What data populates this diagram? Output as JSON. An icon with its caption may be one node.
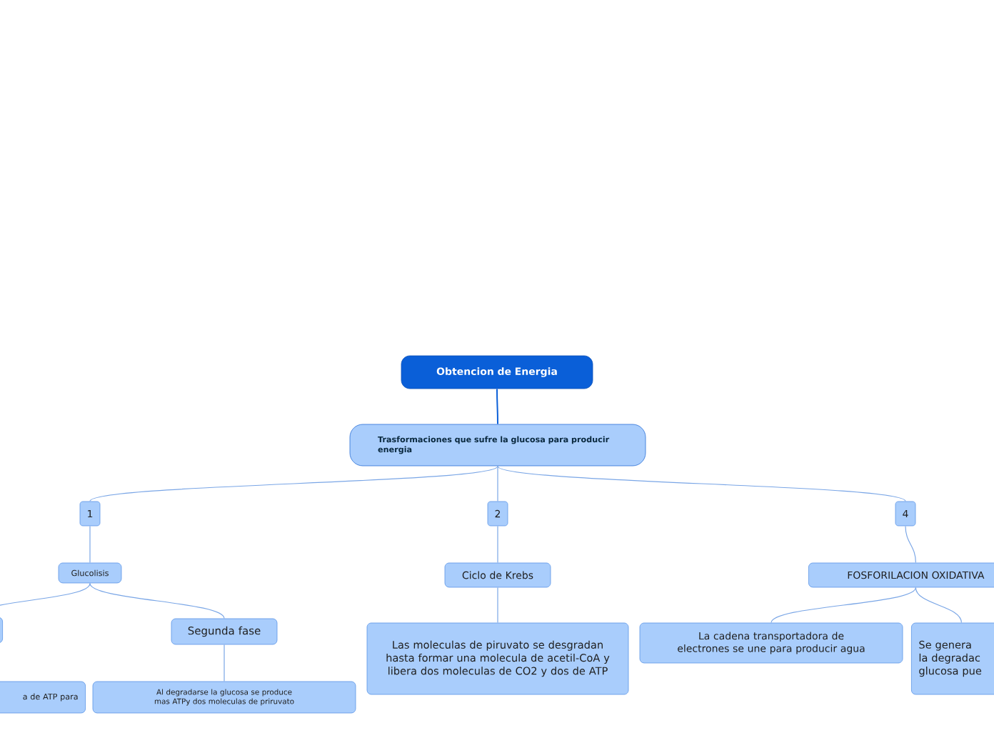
{
  "diagram": {
    "nodes": [
      {
        "text": [
          "Obtencion de Energia"
        ]
      },
      {
        "text": [
          "Trasformaciones que sufre la glucosa para producir energia"
        ]
      },
      {
        "text": [
          "1"
        ]
      },
      {
        "text": [
          "2"
        ]
      },
      {
        "text": [
          "4"
        ]
      },
      {
        "text": [
          "Glucolisis"
        ]
      },
      {
        "text": [
          "Ciclo de Krebs"
        ]
      },
      {
        "text": [
          "FOSFORILACION OXIDATIVA"
        ]
      },
      {
        "text": [],
        "shape": "box"
      },
      {
        "text": [
          "Segunda fase"
        ]
      },
      {
        "text": [
          "a de ATP para"
        ]
      },
      {
        "text": [
          "Al degradarse la glucosa se produce mas ATPy dos moleculas de priruvato"
        ]
      },
      {
        "text": [
          "Las moleculas de piruvato se desgradan hasta formar una molecula de acetil-CoA y libera dos moleculas de  CO2 y dos de ATP"
        ]
      },
      {
        "text": [
          "La cadena transportadora de electrones se une para producir agua"
        ]
      },
      {
        "text": [
          "Se genera la degradac glucosa pue"
        ]
      }
    ],
    "edges": [
      {
        "from": 0,
        "to": 1,
        "arrow": "none",
        "color": "#0a5fd8"
      },
      {
        "from": 1,
        "to": 2,
        "arrow": "none"
      },
      {
        "from": 1,
        "to": 3,
        "arrow": "none"
      },
      {
        "from": 1,
        "to": 4,
        "arrow": "none"
      },
      {
        "from": 2,
        "to": 5,
        "arrow": "none"
      },
      {
        "from": 3,
        "to": 6,
        "arrow": "none"
      },
      {
        "from": 4,
        "to": 7,
        "arrow": "none"
      },
      {
        "from": 5,
        "to": 8,
        "arrow": "none"
      },
      {
        "from": 5,
        "to": 9,
        "arrow": "none"
      },
      {
        "from": 9,
        "to": 11,
        "arrow": "none"
      },
      {
        "from": 6,
        "to": 12,
        "arrow": "none"
      },
      {
        "from": 7,
        "to": 13,
        "arrow": "none"
      },
      {
        "from": 7,
        "to": 14,
        "arrow": "none"
      }
    ]
  }
}
